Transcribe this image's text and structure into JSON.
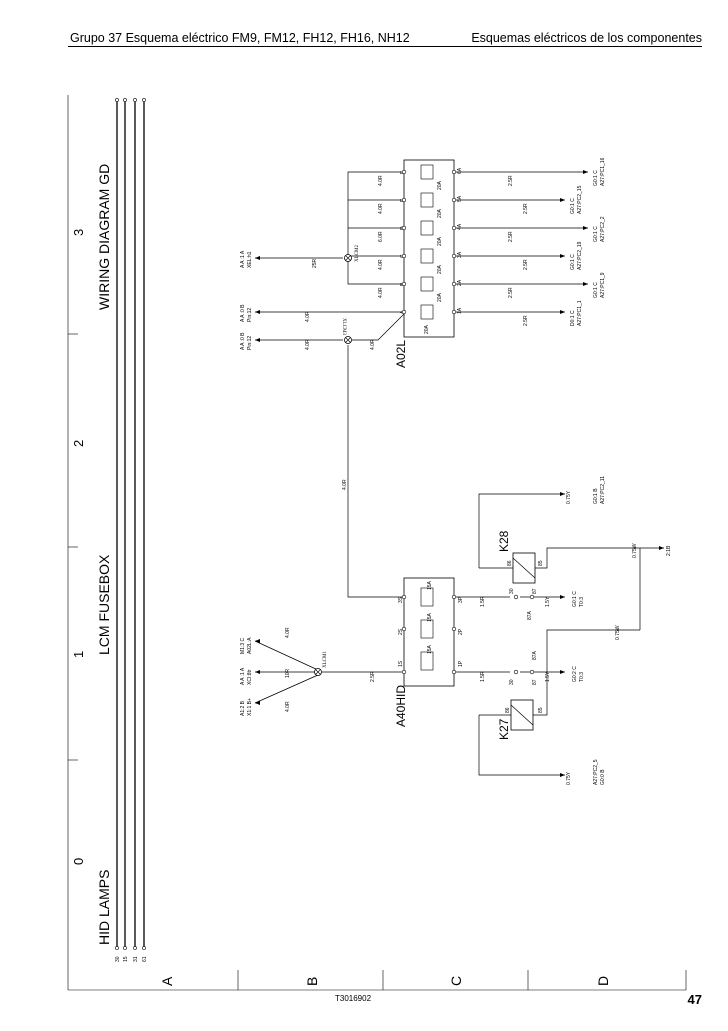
{
  "header": {
    "left": "Grupo 37 Esquema eléctrico FM9, FM12, FH12, FH16, NH12",
    "right": "Esquemas eléctricos de los componentes"
  },
  "footer": {
    "code": "T3016902",
    "page": "47"
  },
  "frame": {
    "titles": [
      "HID LAMPS",
      "LCM FUSEBOX",
      "WIRING DIAGRAM GD"
    ],
    "column_numbers": [
      "0",
      "1",
      "2",
      "3"
    ],
    "row_letters": [
      "A",
      "B",
      "C",
      "D"
    ],
    "bus_labels": [
      "30",
      "15",
      "31",
      "61"
    ]
  },
  "components": {
    "fusebox_a02l": {
      "name": "A02L",
      "fuses": [
        {
          "rating": "20A",
          "in": "F",
          "out": "6A"
        },
        {
          "rating": "20A",
          "in": "E",
          "out": "5A"
        },
        {
          "rating": "20A",
          "in": "D",
          "out": "4A"
        },
        {
          "rating": "20A",
          "in": "C",
          "out": "3A"
        },
        {
          "rating": "20A",
          "in": "B",
          "out": "2A"
        },
        {
          "rating": "20A",
          "in": "A",
          "out": "1A"
        }
      ]
    },
    "fusebox_a40hid": {
      "name": "A40HID",
      "fuses": [
        {
          "rating": "15A",
          "in": "3S",
          "out": "3P"
        },
        {
          "rating": "15A",
          "in": "2S",
          "out": "2P"
        },
        {
          "rating": "15A",
          "in": "1S",
          "out": "1P"
        }
      ]
    },
    "relay_k28": {
      "name": "K28",
      "pins": [
        "30",
        "87",
        "87A",
        "86",
        "85"
      ]
    },
    "relay_k27": {
      "name": "K27",
      "pins": [
        "30",
        "87",
        "87A",
        "86",
        "85"
      ]
    },
    "splices": [
      "XLCM2",
      "XLCM3",
      "XLCM1"
    ]
  },
  "wire_labels": {
    "a02l_inputs": [
      "4.0R",
      "4.0R",
      "6.0R",
      "4.0R",
      "4.0R"
    ],
    "a02l_outputs": [
      "2.5R",
      "2.5R",
      "2.5R",
      "2.5R",
      "2.5R",
      "2.5R"
    ],
    "refs_top": [
      {
        "line1": "A A :1 A",
        "line2": "XEL:h1"
      },
      {
        "line1": "A A :0 B",
        "line2": "Pin:12"
      },
      {
        "line1": "A A :0 B",
        "line2": "Pin:12"
      }
    ],
    "refs_out": [
      {
        "line1": "G0:1 C",
        "line2": "A27:PC1_16"
      },
      {
        "line1": "G0:1 C",
        "line2": "A27:PC2_15"
      },
      {
        "line1": "G0:1 C",
        "line2": "A27:PC2_2"
      },
      {
        "line1": "G0:1 C",
        "line2": "A27:PC2_19"
      },
      {
        "line1": "G0:1 C",
        "line2": "A27:PC1_9"
      },
      {
        "line1": "D0:1 C",
        "line2": "A27:PC1_1"
      }
    ],
    "mid": [
      "25R",
      "4.0R",
      "4.0R",
      "4.0R",
      "4.0R"
    ],
    "hid": [
      "2.5R",
      "1.5R",
      "1.5R",
      "1.5Y",
      "1.5Y",
      "0.75Y",
      "0.75Y",
      "0.75W",
      "0.75W"
    ],
    "refs_hid": [
      {
        "line1": "G0:1 C",
        "line2": "T0:3"
      },
      {
        "line1": "G0:2 C",
        "line2": "T0:3"
      },
      {
        "line1": "G0:1 B",
        "line2": "A27:PC2_11"
      },
      {
        "line1": "A27:PC2_5",
        "line2": "G0:0 B"
      },
      {
        "line1": "2:1B",
        "line2": ""
      }
    ],
    "refs_left": [
      {
        "line1": "A1:2 B",
        "line2": "X1:1 B+"
      },
      {
        "line1": "A A :1 A",
        "line2": "XCI:8tr"
      },
      {
        "line1": "M1:3 C",
        "line2": "A02L:A"
      }
    ],
    "left_wires": [
      "4.0R",
      "10R",
      "4.0R"
    ]
  }
}
